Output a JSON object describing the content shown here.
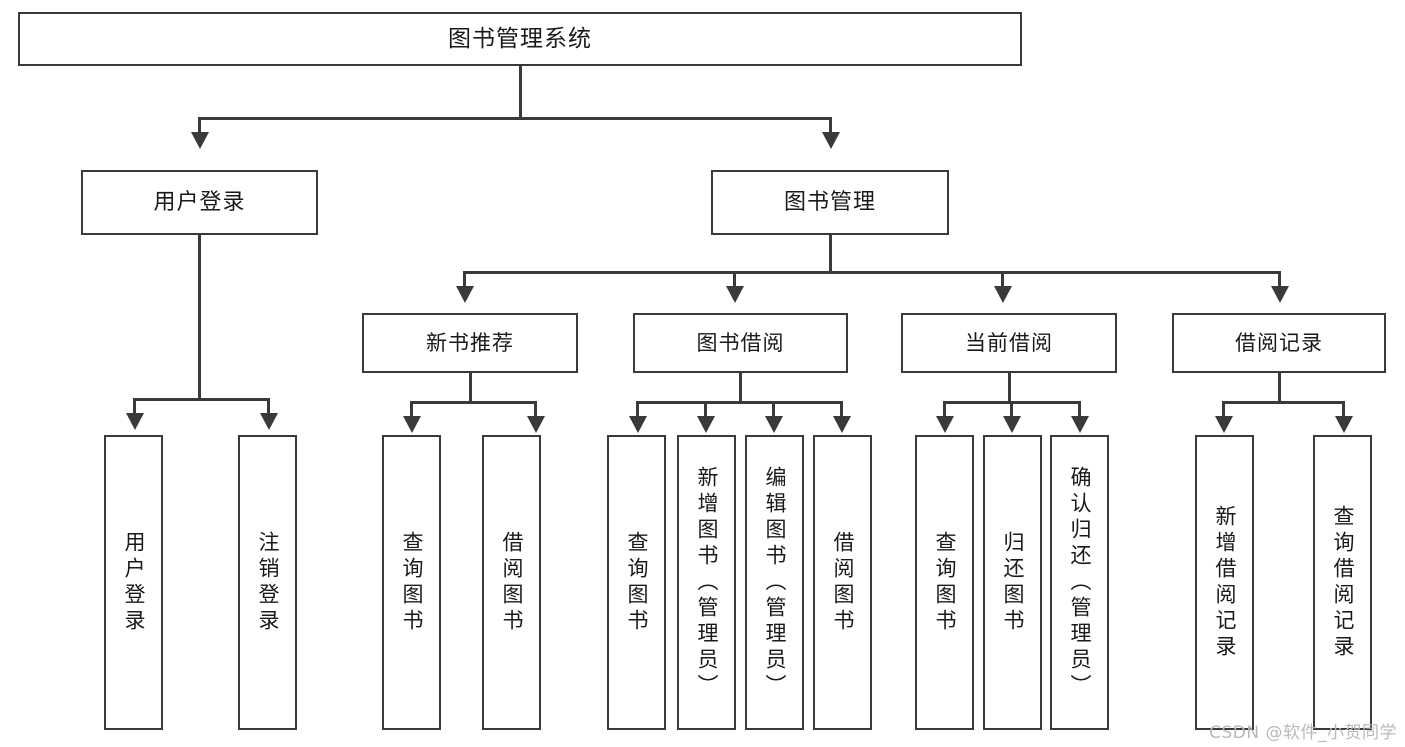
{
  "diagram": {
    "title": "图书管理系统",
    "type": "tree",
    "root": {
      "label": "图书管理系统"
    },
    "level1": [
      {
        "label": "用户登录"
      },
      {
        "label": "图书管理"
      }
    ],
    "level2": [
      {
        "label": "新书推荐"
      },
      {
        "label": "图书借阅"
      },
      {
        "label": "当前借阅"
      },
      {
        "label": "借阅记录"
      }
    ],
    "leaves": {
      "user_login": [
        {
          "label": "用户登录"
        },
        {
          "label": "注销登录"
        }
      ],
      "new_book_recommend": [
        {
          "label": "查询图书"
        },
        {
          "label": "借阅图书"
        }
      ],
      "book_borrow": [
        {
          "label": "查询图书"
        },
        {
          "label": "新增图书（管理员）"
        },
        {
          "label": "编辑图书（管理员）"
        },
        {
          "label": "借阅图书"
        }
      ],
      "current_borrow": [
        {
          "label": "查询图书"
        },
        {
          "label": "归还图书"
        },
        {
          "label": "确认归还（管理员）"
        }
      ],
      "borrow_record": [
        {
          "label": "新增借阅记录"
        },
        {
          "label": "查询借阅记录"
        }
      ]
    }
  },
  "watermark": {
    "text": "CSDN @软件_小贺同学"
  },
  "colors": {
    "stroke": "#3a3a3a",
    "background": "#ffffff",
    "text": "#1a1a1a",
    "watermark": "#b9b9b9"
  }
}
